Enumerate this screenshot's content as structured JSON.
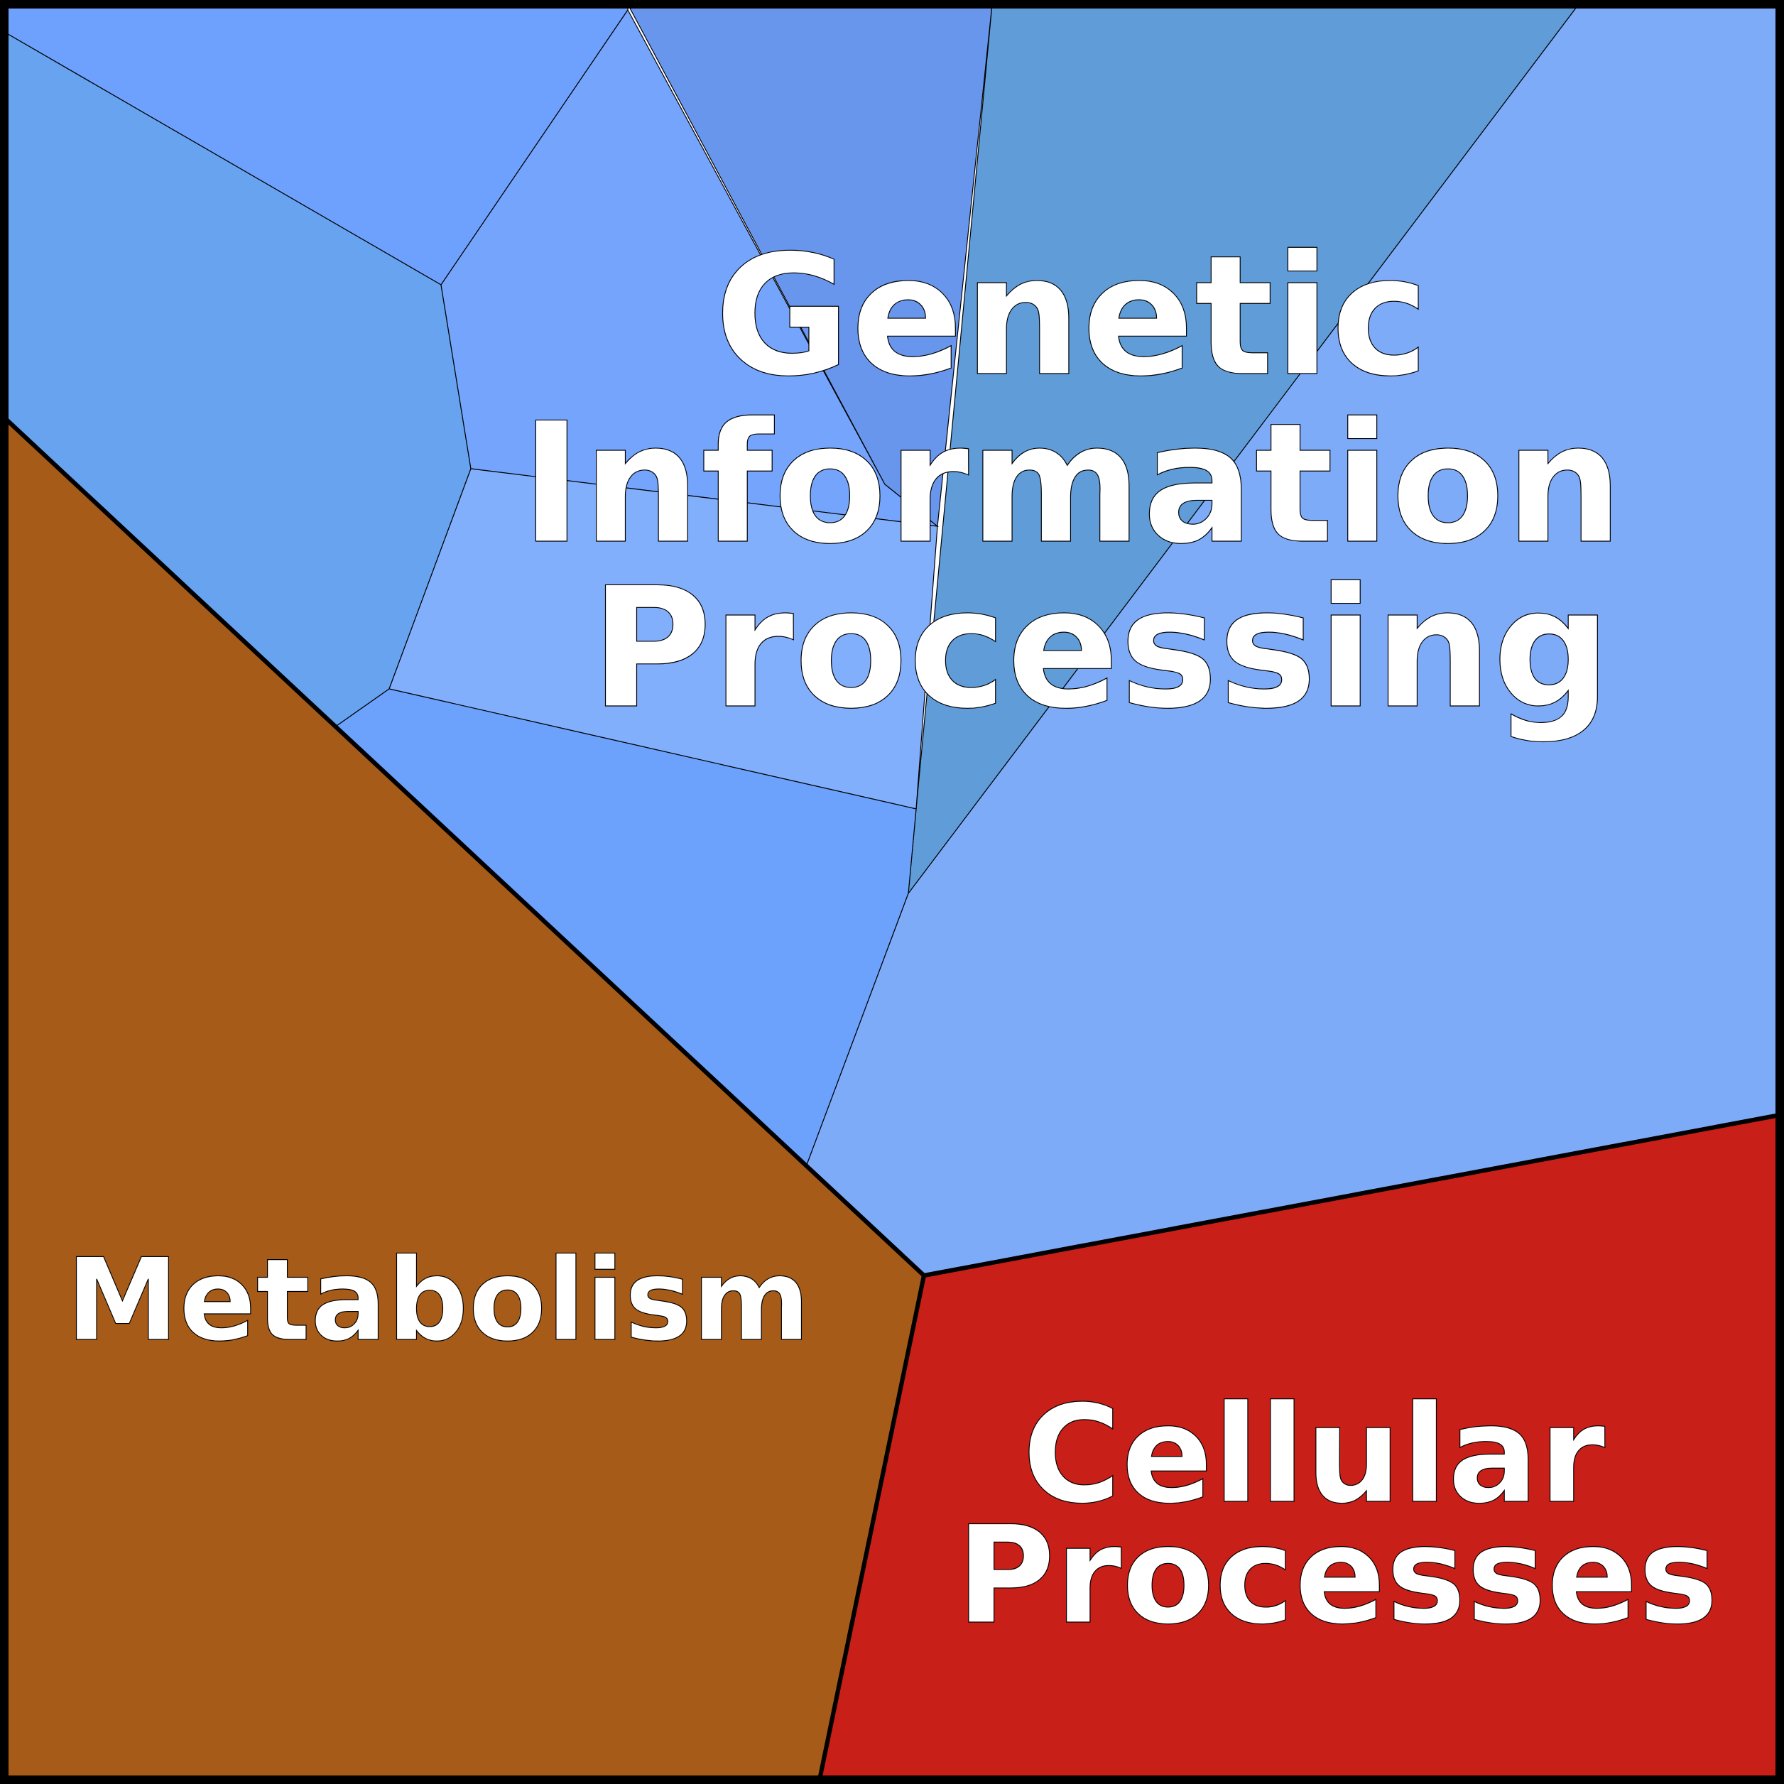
{
  "diagram": {
    "type": "voronoi-treemap",
    "categories": [
      {
        "name": "genetic-information-processing",
        "lines": [
          "Genetic",
          "Information",
          "Processing"
        ],
        "color": "#7EABF8"
      },
      {
        "name": "metabolism",
        "lines": [
          "Metabolism"
        ],
        "color": "#A65C18"
      },
      {
        "name": "cellular-processes",
        "lines": [
          "Cellular",
          "Processes"
        ],
        "color": "#C81F18"
      }
    ],
    "subcell_colors": [
      "#6EA0FD",
      "#67A3EF",
      "#74A4FC",
      "#6896EC",
      "#5F9CD8",
      "#82AFFC",
      "#6CA2FC",
      "#7EABF8"
    ],
    "border_color": "#000000"
  }
}
